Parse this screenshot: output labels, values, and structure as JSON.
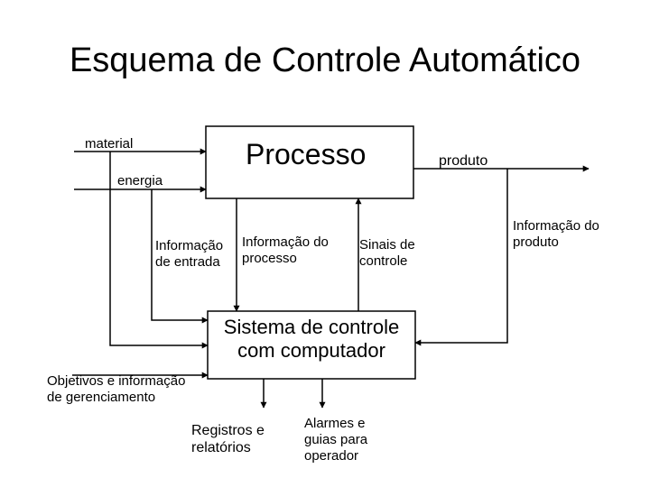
{
  "title": "Esquema de Controle Automático",
  "process_box": {
    "label": "Processo"
  },
  "inputs": {
    "material": "material",
    "energia": "energia"
  },
  "output": {
    "produto": "produto"
  },
  "control_box": {
    "line1": "Sistema de controle",
    "line2": "com computador"
  },
  "labels": {
    "info_entrada_1": "Informação",
    "info_entrada_2": "de entrada",
    "info_processo_1": "Informação do",
    "info_processo_2": "processo",
    "sinais_1": "Sinais de",
    "sinais_2": "controle",
    "info_produto_1": "Informação do",
    "info_produto_2": "produto",
    "objetivos_1": "Objetivos e informação",
    "objetivos_2": "de gerenciamento"
  },
  "outputs_bottom": {
    "registros_1": "Registros e",
    "registros_2": "relatórios",
    "alarmes_1": "Alarmes e",
    "alarmes_2": "guias para",
    "alarmes_3": "operador"
  }
}
